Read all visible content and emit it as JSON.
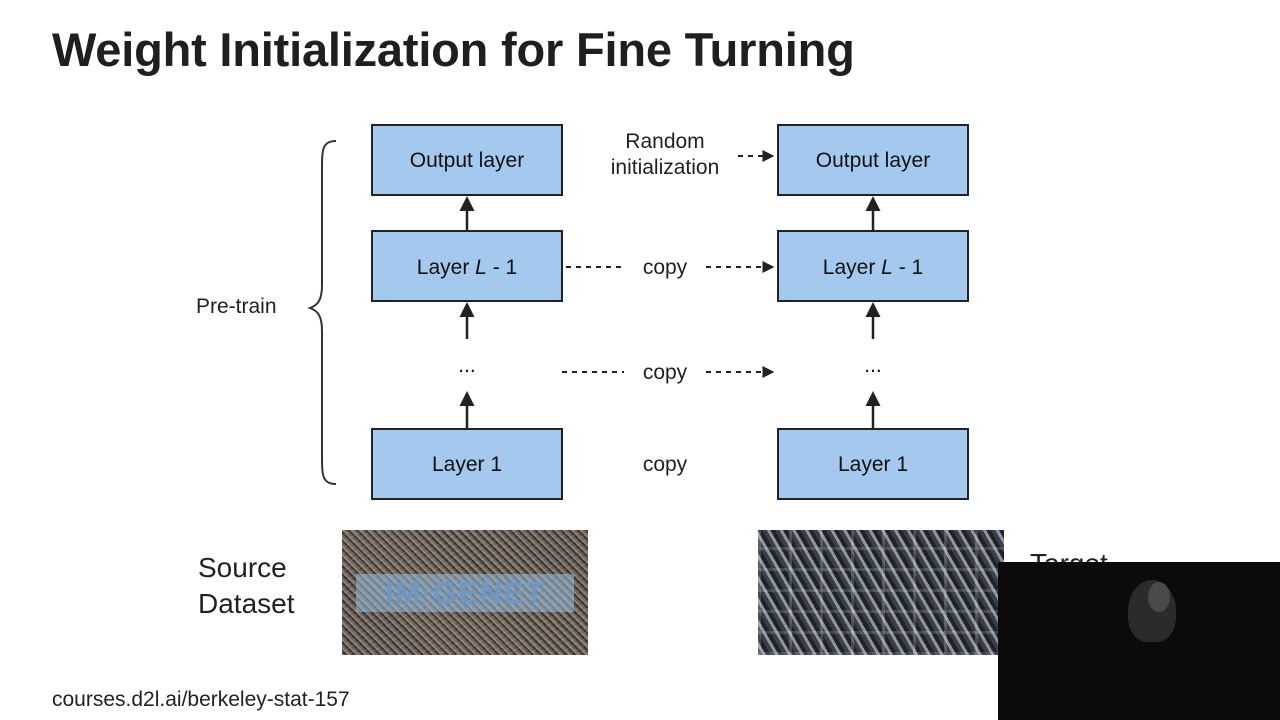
{
  "title": "Weight Initialization for Fine Turning",
  "pretrain_label": "Pre-train",
  "left_column": {
    "output": "Output layer",
    "layer_l_prefix": "Layer ",
    "layer_l_var": "L",
    "layer_l_suffix": " - 1",
    "ellipsis": "...",
    "layer_1": "Layer 1"
  },
  "right_column": {
    "output": "Output layer",
    "layer_l_prefix": "Layer ",
    "layer_l_var": "L",
    "layer_l_suffix": " - 1",
    "ellipsis": "...",
    "layer_1": "Layer 1"
  },
  "connections": {
    "random_line1": "Random",
    "random_line2": "initialization",
    "copy_layer_l": "copy",
    "copy_middle": "copy",
    "copy_layer_1": "copy"
  },
  "datasets": {
    "source_line1": "Source",
    "source_line2": "Dataset",
    "source_logo_text": "IM·GENET",
    "target_partial": "Target"
  },
  "footer": "courses.d2l.ai/berkeley-stat-157",
  "colors": {
    "box_fill": "#a5c8ef",
    "box_stroke": "#222222",
    "text": "#222222"
  }
}
